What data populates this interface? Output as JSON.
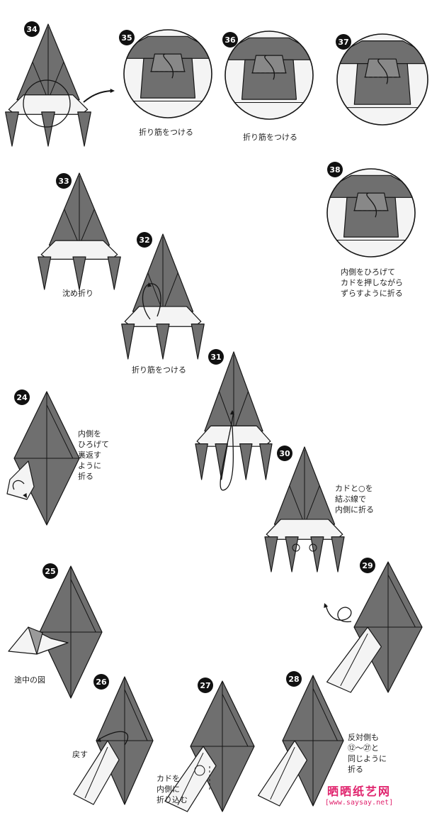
{
  "steps": [
    {
      "n": "34"
    },
    {
      "n": "35"
    },
    {
      "n": "36"
    },
    {
      "n": "37"
    },
    {
      "n": "38"
    },
    {
      "n": "33"
    },
    {
      "n": "32"
    },
    {
      "n": "31"
    },
    {
      "n": "30"
    },
    {
      "n": "29"
    },
    {
      "n": "24"
    },
    {
      "n": "25"
    },
    {
      "n": "26"
    },
    {
      "n": "27"
    },
    {
      "n": "28"
    }
  ],
  "labels": {
    "s35": "折り筋をつける",
    "s36": "折り筋をつける",
    "s38": "内側をひろげて\nカドを押しながら\nずらすように折る",
    "s33": "沈め折り",
    "s32": "折り筋をつける",
    "s30": "カドと○を\n結ぶ線で\n内側に折る",
    "s24": "内側を\nひろげて\n裏返す\nように\n折る",
    "s25": "途中の図",
    "s26": "戻す",
    "s27": "カドを\n内側に\n折り込む",
    "s28": "反対側も\n⑫～㉗と\n同じように\n折る"
  },
  "watermark": {
    "title": "晒晒纸艺网",
    "url": "[www.saysay.net]"
  },
  "colors": {
    "paper": "#6f6f6f",
    "white": "#f4f4f4",
    "ink": "#151515"
  }
}
